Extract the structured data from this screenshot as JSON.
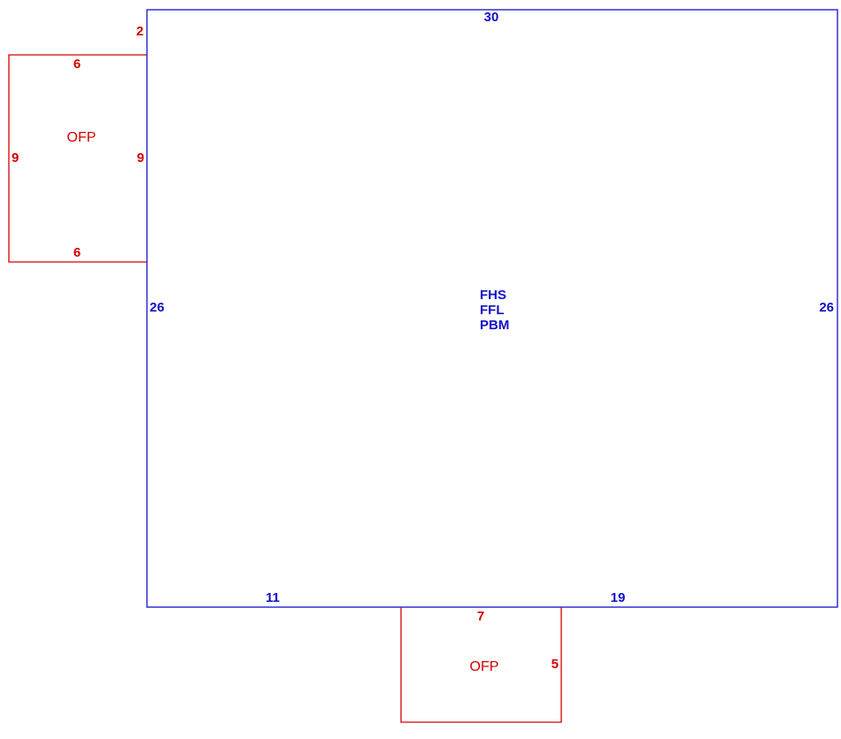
{
  "colors": {
    "main_outline": "#1010c8",
    "addition_outline": "#d40000"
  },
  "main": {
    "dims": {
      "top": "30",
      "left": "26",
      "right": "26",
      "bottom_left": "11",
      "bottom_right": "19"
    },
    "codes": [
      "FHS",
      "FFL",
      "PBM"
    ]
  },
  "porch_left": {
    "label": "OFP",
    "dims": {
      "offset": "2",
      "top": "6",
      "bottom": "6",
      "left": "9",
      "right": "9"
    }
  },
  "porch_bottom": {
    "label": "OFP",
    "dims": {
      "top": "7",
      "right": "5"
    }
  }
}
